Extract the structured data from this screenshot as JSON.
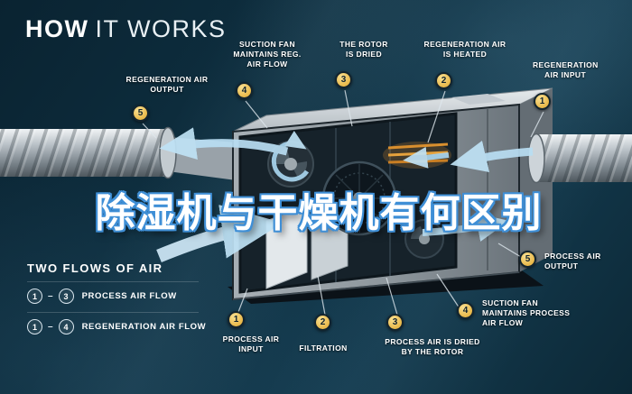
{
  "title": {
    "bold": "HOW",
    "light": "IT WORKS"
  },
  "overlay": {
    "text": "除湿机与干燥机有何区别"
  },
  "legend": {
    "title": "TWO FLOWS OF AIR",
    "separator": "–",
    "items": [
      {
        "from": "1",
        "to": "3",
        "label": "PROCESS AIR FLOW"
      },
      {
        "from": "1",
        "to": "4",
        "label": "REGENERATION AIR FLOW"
      }
    ]
  },
  "callouts": [
    {
      "num": "5",
      "text": "REGENERATION AIR OUTPUT"
    },
    {
      "num": "4",
      "text": "SUCTION FAN MAINTAINS REG. AIR FLOW"
    },
    {
      "num": "3",
      "text": "THE ROTOR IS DRIED"
    },
    {
      "num": "2",
      "text": "REGENERATION AIR IS HEATED"
    },
    {
      "num": "1",
      "text": "REGENERATION AIR INPUT"
    },
    {
      "num": "5",
      "text": "PROCESS AIR OUTPUT"
    },
    {
      "num": "4",
      "text": "SUCTION FAN MAINTAINS PROCESS AIR FLOW"
    },
    {
      "num": "3",
      "text": "PROCESS AIR IS DRIED BY THE ROTOR"
    },
    {
      "num": "2",
      "text": "FILTRATION"
    },
    {
      "num": "1",
      "text": "PROCESS AIR INPUT"
    }
  ],
  "colors": {
    "background": "#0d2a39",
    "badge": "#eebf55",
    "arrow": "#b5ddf2",
    "text": "#ffffff",
    "overlay_outline": "#3f8fd6"
  }
}
